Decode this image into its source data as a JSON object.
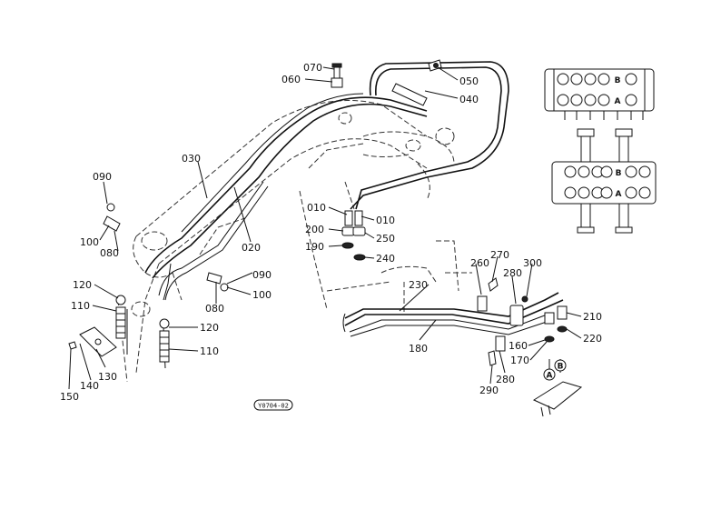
{
  "labels": {
    "p070": "070",
    "p060": "060",
    "p050": "050",
    "p040": "040",
    "p030": "030",
    "p090a": "090",
    "p100a": "100",
    "p080a": "080",
    "p020": "020",
    "p090b": "090",
    "p080b": "080",
    "p100b": "100",
    "p120a": "120",
    "p110a": "110",
    "p120b": "120",
    "p110b": "110",
    "p130": "130",
    "p140": "140",
    "p150": "150",
    "p010a": "010",
    "p010b": "010",
    "p200": "200",
    "p190": "190",
    "p250": "250",
    "p240": "240",
    "p230": "230",
    "p180": "180",
    "p260": "260",
    "p270": "270",
    "p280a": "280",
    "p300": "300",
    "p210": "210",
    "p220": "220",
    "p160": "160",
    "p170": "170",
    "p280b": "280",
    "p290": "290"
  },
  "callout_letters": {
    "a": "A",
    "b": "B"
  },
  "valve_letters": {
    "top_b": "B",
    "top_a": "A",
    "bot_b": "B",
    "bot_a": "A"
  },
  "stamp": "Y0704-02"
}
